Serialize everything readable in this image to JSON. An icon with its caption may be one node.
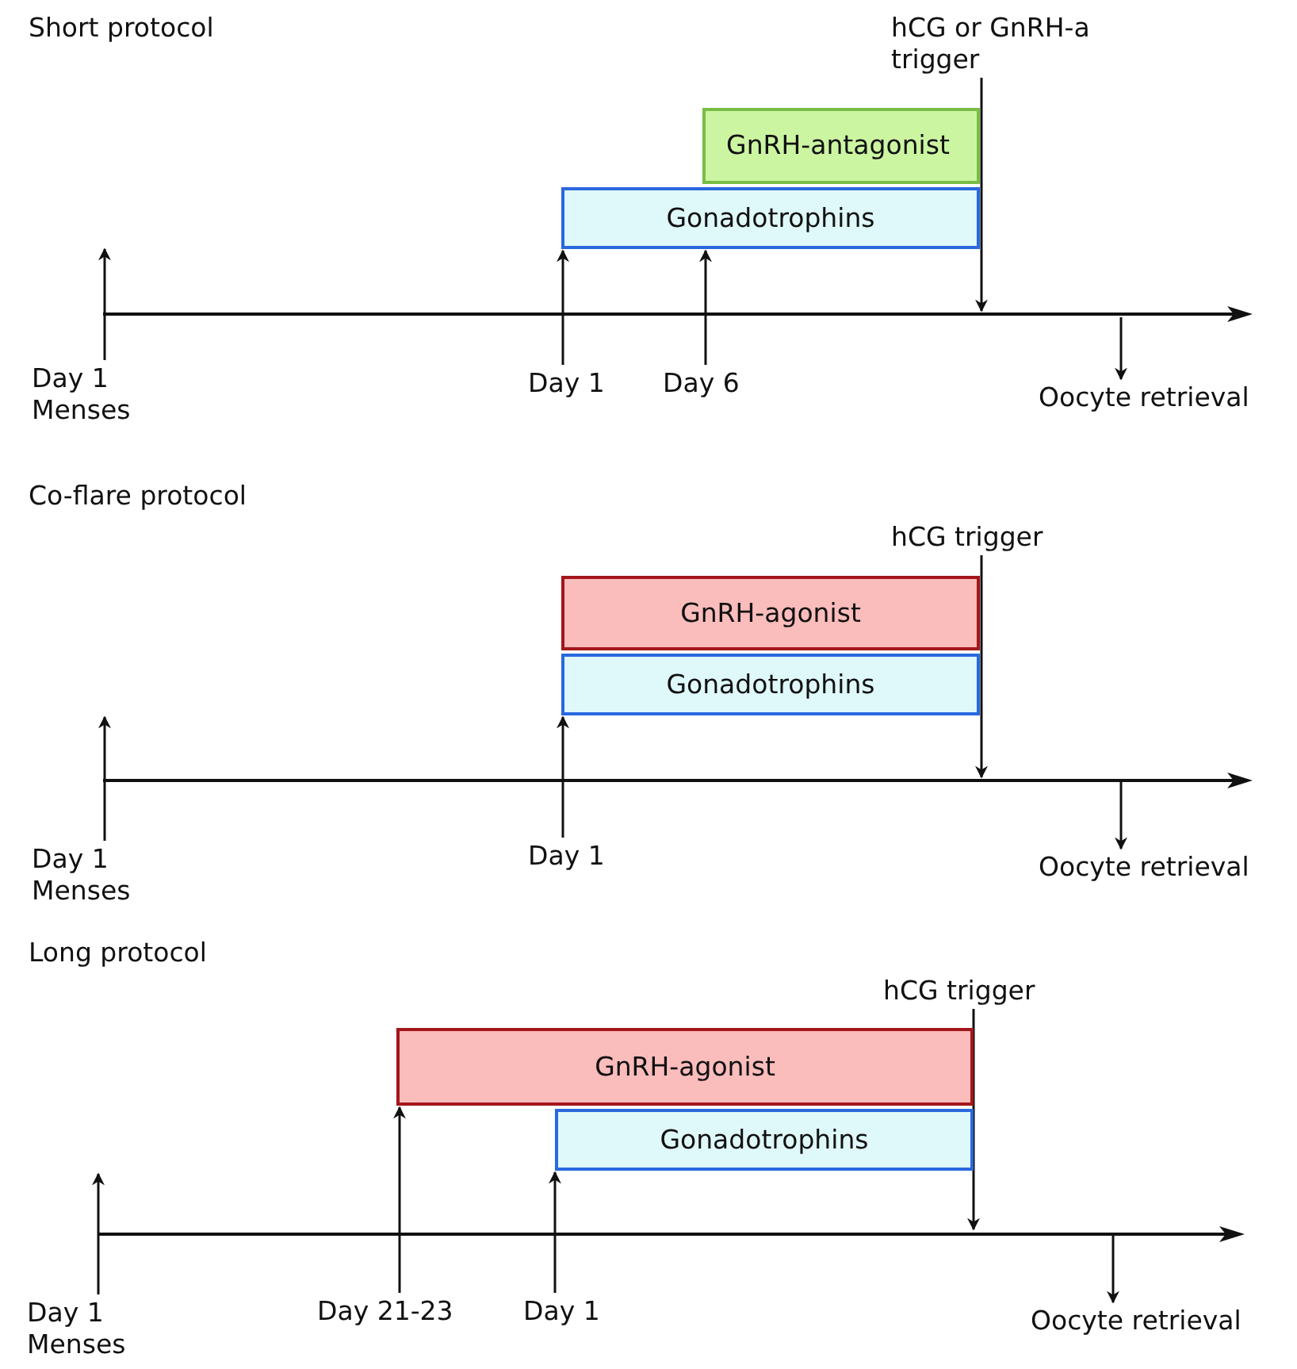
{
  "diagram": {
    "nodes": [
      {
        "text": [
          "hCG or GnRH-a trigger"
        ]
      },
      {
        "text": [
          "GnRH-antagonist"
        ]
      },
      {
        "text": [
          "Gonadotrophins"
        ]
      },
      {
        "text": [
          "Day 1 Menses"
        ]
      },
      {
        "text": [
          "Day 1"
        ]
      },
      {
        "text": [
          "Day 6"
        ]
      },
      {
        "text": [
          "Oocyte retrieval"
        ]
      },
      {
        "text": [
          "hCG trigger"
        ]
      },
      {
        "text": [
          "GnRH-agonist"
        ]
      },
      {
        "text": [
          "Gonadotrophins"
        ]
      },
      {
        "text": [
          "Day 1 Menses"
        ]
      },
      {
        "text": [
          "Day 1"
        ]
      },
      {
        "text": [
          "Oocyte retrieval"
        ]
      },
      {
        "text": [
          "hCG trigger"
        ]
      },
      {
        "text": [
          "GnRH-agonist"
        ]
      },
      {
        "text": [
          "Gonadotrophins"
        ]
      },
      {
        "text": [
          "Day 1 Menses"
        ]
      },
      {
        "text": [
          "Day 21-23"
        ]
      },
      {
        "text": [
          "Day 1"
        ]
      },
      {
        "text": [
          "Oocyte retrieval"
        ]
      }
    ],
    "edges": [
      {
        "from": 3,
        "to": null,
        "arrow": "to"
      },
      {
        "from": 4,
        "to": 2,
        "arrow": "to"
      },
      {
        "from": 5,
        "to": 2,
        "arrow": "to"
      },
      {
        "from": 0,
        "to": null,
        "arrow": "to"
      },
      {
        "from": null,
        "to": 6,
        "arrow": "to"
      },
      {
        "from": 10,
        "to": null,
        "arrow": "to"
      },
      {
        "from": 11,
        "to": 9,
        "arrow": "to"
      },
      {
        "from": 7,
        "to": null,
        "arrow": "to"
      },
      {
        "from": null,
        "to": 12,
        "arrow": "to"
      },
      {
        "from": 16,
        "to": null,
        "arrow": "to"
      },
      {
        "from": 17,
        "to": 14,
        "arrow": "to"
      },
      {
        "from": 18,
        "to": 15,
        "arrow": "to"
      },
      {
        "from": 13,
        "to": null,
        "arrow": "to"
      },
      {
        "from": null,
        "to": 19,
        "arrow": "to"
      }
    ],
    "labels": [
      "Short protocol",
      "Co-flare protocol",
      "Long protocol"
    ]
  }
}
